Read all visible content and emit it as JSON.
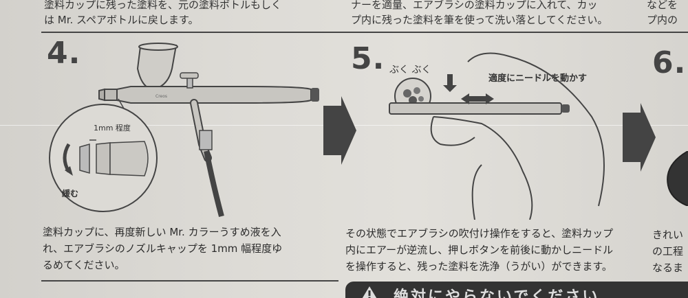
{
  "top": {
    "col1": [
      "塗料カップに残った塗料を、元の塗料ボトルもしく",
      "は Mr. スペアボトルに戻します。"
    ],
    "col2": [
      "ナーを適量、エアブラシの塗料カップに入れて、カッ",
      "プ内に残った塗料を筆を使って洗い落としてください。"
    ],
    "col3": [
      "などを",
      "プ内の"
    ]
  },
  "steps": [
    {
      "number": "4.",
      "brand_mark": "Creos",
      "label_gap": "1mm 程度",
      "label_loosen": "緩む",
      "caption": [
        "塗料カップに、再度新しい Mr. カラーうすめ液を入",
        "れ、エアブラシのノズルキャップを 1mm 幅程度ゆ",
        "るめてください。"
      ]
    },
    {
      "number": "5.",
      "bubble_text": "ぶく ぶく",
      "needle_label": "適度にニードルを動かす",
      "caption": [
        "その状態でエアブラシの吹付け操作をすると、塗料カップ",
        "内にエアーが逆流し、押しボタンを前後に動かしニードル",
        "を操作すると、残った塗料を洗浄（うがい）ができます。"
      ]
    },
    {
      "number": "6.",
      "caption": [
        "きれい",
        "の工程",
        "なるま"
      ]
    }
  ],
  "warning": {
    "text": "絶対にやらないでください"
  }
}
